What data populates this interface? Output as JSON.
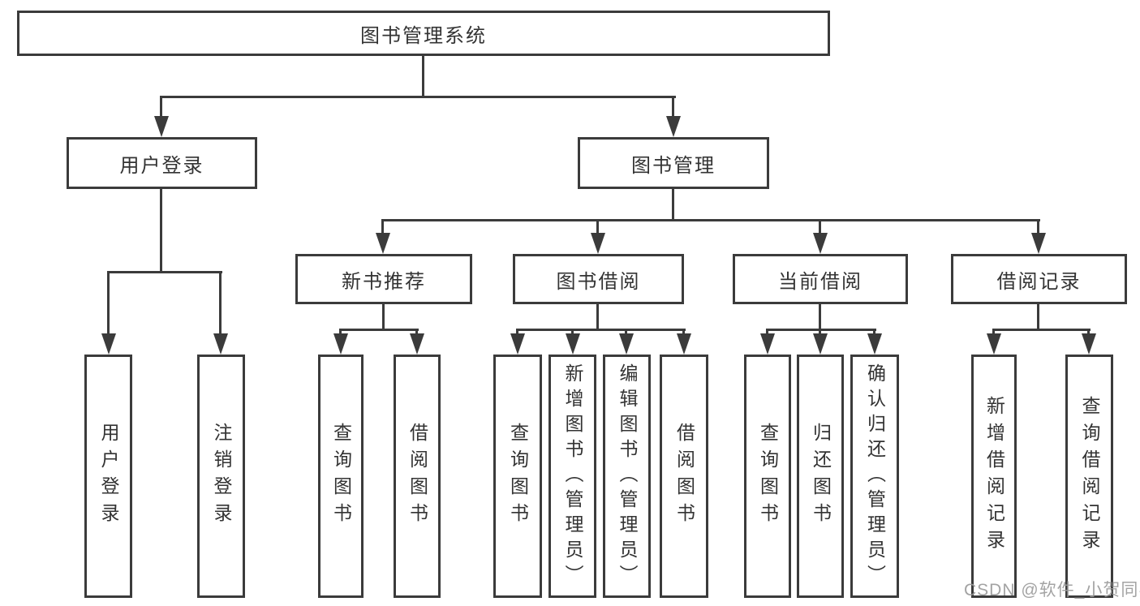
{
  "tree": {
    "root": {
      "label": "图书管理系统",
      "children": [
        {
          "label": "用户登录",
          "children": [
            {
              "label": "用户登录"
            },
            {
              "label": "注销登录"
            }
          ]
        },
        {
          "label": "图书管理",
          "children": [
            {
              "label": "新书推荐",
              "children": [
                {
                  "label": "查询图书"
                },
                {
                  "label": "借阅图书"
                }
              ]
            },
            {
              "label": "图书借阅",
              "children": [
                {
                  "label": "查询图书"
                },
                {
                  "label": "新增图书（管理员）"
                },
                {
                  "label": "编辑图书（管理员）"
                },
                {
                  "label": "借阅图书"
                }
              ]
            },
            {
              "label": "当前借阅",
              "children": [
                {
                  "label": "查询图书"
                },
                {
                  "label": "归还图书"
                },
                {
                  "label": "确认归还（管理员）"
                }
              ]
            },
            {
              "label": "借阅记录",
              "children": [
                {
                  "label": "新增借阅记录"
                },
                {
                  "label": "查询借阅记录"
                }
              ]
            }
          ]
        }
      ]
    }
  },
  "watermark": {
    "text": "CSDN @软件_小贺同学"
  },
  "colors": {
    "line": "#3b3b3b",
    "text": "#333333",
    "watermark": "#9b9b9b",
    "background": "#ffffff"
  }
}
